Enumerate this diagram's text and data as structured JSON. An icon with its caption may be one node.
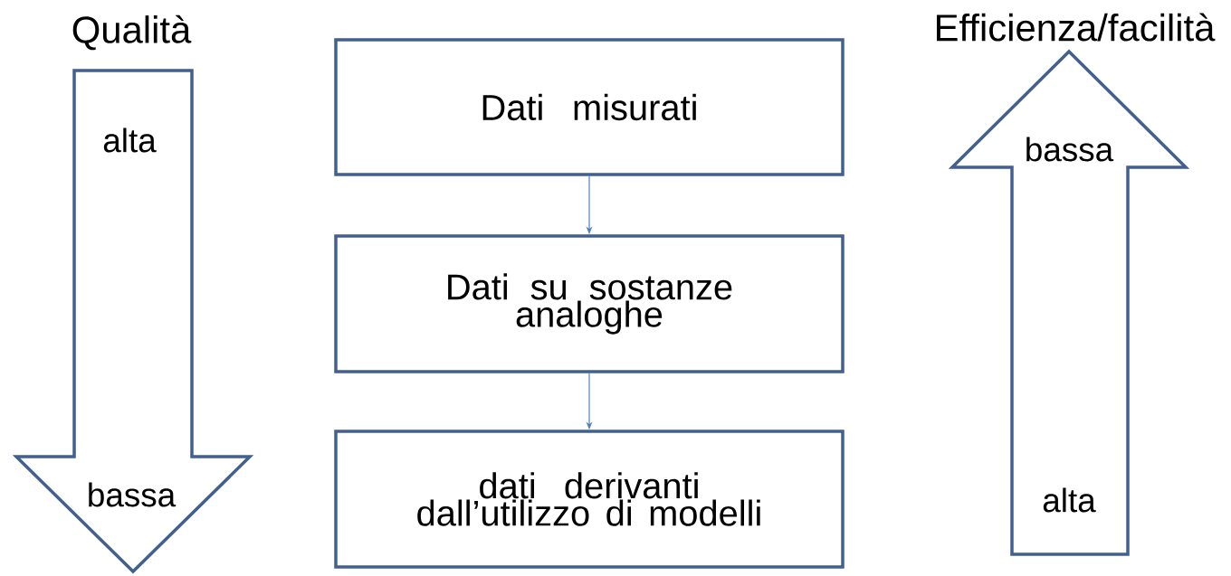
{
  "diagram": {
    "nodes": [
      {
        "text": [
          "Qualità",
          "alta",
          "bassa"
        ]
      },
      {
        "text": [
          "Dati misurati"
        ]
      },
      {
        "text": [
          "Dati su sostanze analoghe"
        ]
      },
      {
        "text": [
          "dati derivanti dall’utilizzo di modelli"
        ]
      },
      {
        "text": [
          "Efficienza/facilità",
          "bassa",
          "alta"
        ]
      }
    ],
    "edges": [
      {
        "from": 1,
        "to": 2,
        "arrow": "to"
      },
      {
        "from": 2,
        "to": 3,
        "arrow": "to"
      }
    ]
  }
}
